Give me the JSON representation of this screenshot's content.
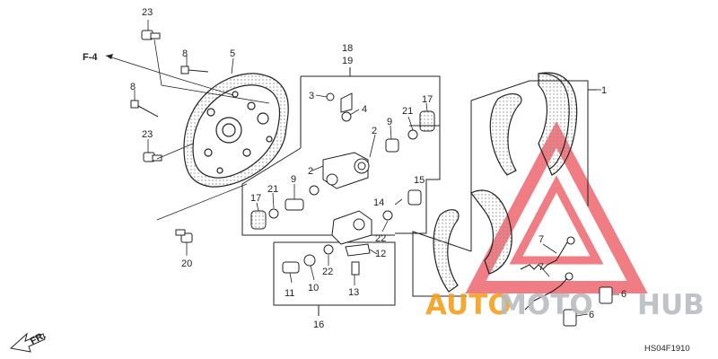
{
  "diagram": {
    "ref_label": "F-4",
    "direction_label": "FR.",
    "code": "HS04F1910",
    "part_numbers": [
      "1",
      "2",
      "3",
      "4",
      "5",
      "6",
      "7",
      "8",
      "9",
      "10",
      "11",
      "12",
      "13",
      "14",
      "15",
      "16",
      "17",
      "18",
      "19",
      "20",
      "21",
      "22",
      "23"
    ],
    "watermark": {
      "text_auto": "AUTO",
      "text_moto": "MOTO",
      "text_hub": "HUB",
      "color_red": "#e8404a",
      "color_orange": "#f5a020",
      "color_gray": "#b9bcc0"
    }
  }
}
